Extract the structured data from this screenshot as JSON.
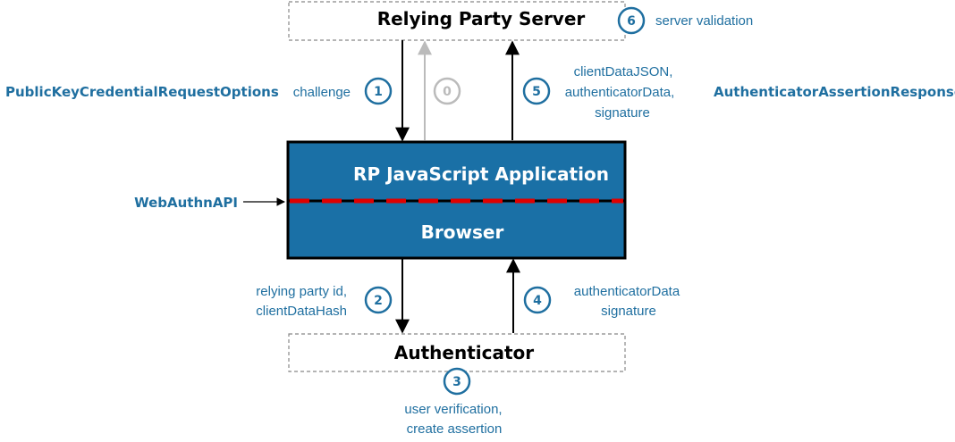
{
  "boxes": {
    "server": "Relying Party Server",
    "app": "RP JavaScript Application",
    "browser": "Browser",
    "authenticator": "Authenticator"
  },
  "api_labels": {
    "request_options": "PublicKeyCredentialRequestOptions",
    "assertion_response": "AuthenticatorAssertionResponse",
    "webauthn_api": "WebAuthnAPI"
  },
  "steps": [
    {
      "number": "0",
      "state": "inactive",
      "lines": []
    },
    {
      "number": "1",
      "state": "active",
      "lines": [
        "challenge"
      ]
    },
    {
      "number": "2",
      "state": "active",
      "lines": [
        "relying party id,",
        "clientDataHash"
      ]
    },
    {
      "number": "3",
      "state": "active",
      "lines": [
        "user verification,",
        "create assertion"
      ]
    },
    {
      "number": "4",
      "state": "active",
      "lines": [
        "authenticatorData",
        "signature"
      ]
    },
    {
      "number": "5",
      "state": "active",
      "lines": [
        "clientDataJSON,",
        "authenticatorData,",
        "signature"
      ]
    },
    {
      "number": "6",
      "state": "active",
      "lines": [
        "server validation"
      ]
    }
  ],
  "colors": {
    "accent": "#1f6fa0",
    "box_fill": "#1a70a6",
    "inactive": "#bbbbbb",
    "dashed_divider": "#e00000",
    "dashed_border": "#888888",
    "arrow": "#000000"
  }
}
